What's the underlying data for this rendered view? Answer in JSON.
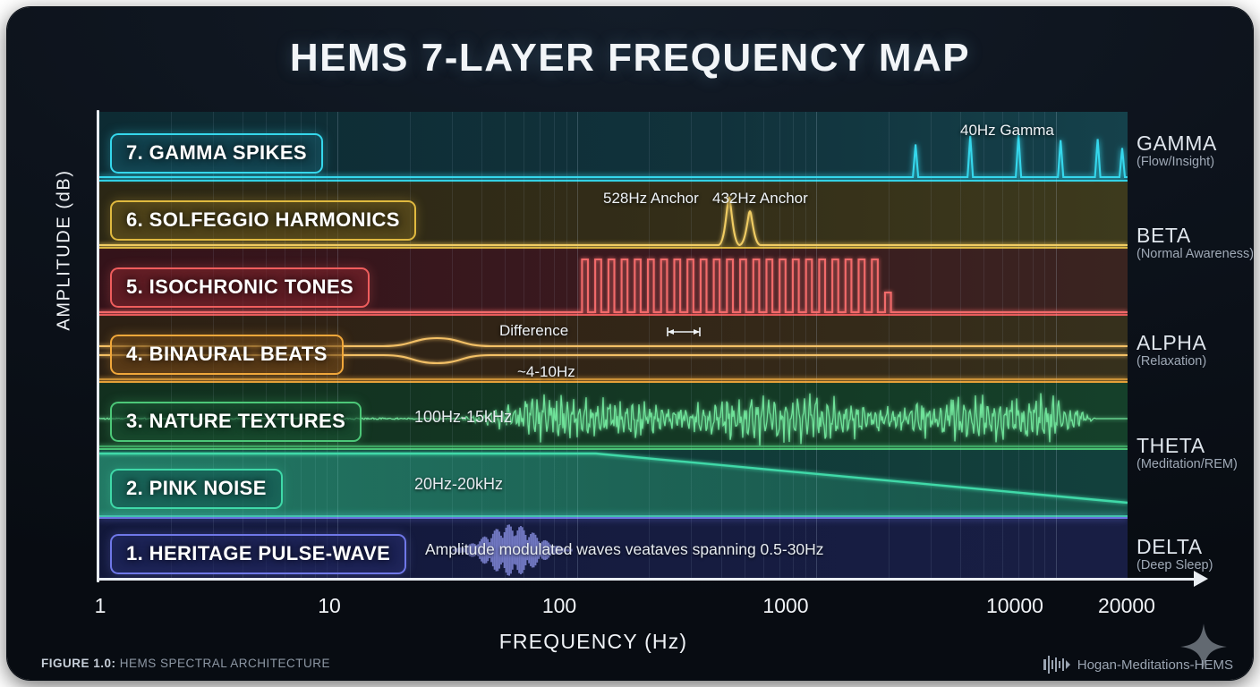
{
  "title": "HEMS 7-LAYER FREQUENCY MAP",
  "axes": {
    "ylabel": "AMPLITUDE (dB)",
    "xlabel": "FREQUENCY (Hz)",
    "xticks": [
      "1",
      "10",
      "100",
      "1000",
      "10000",
      "20000"
    ]
  },
  "layers": [
    {
      "id": "gamma-spikes",
      "label": "7. GAMMA SPIKES",
      "accent": "#35d7ec",
      "range": "",
      "anno": "40Hz Gamma"
    },
    {
      "id": "solfeggio-harmonics",
      "label": "6. SOLFEGGIO HARMONICS",
      "accent": "#e0b93f",
      "range": "",
      "anno1": "528Hz Anchor",
      "anno2": "432Hz Anchor"
    },
    {
      "id": "isochronic-tones",
      "label": "5. ISOCHRONIC TONES",
      "accent": "#ef5d5d",
      "range": "",
      "anno": ""
    },
    {
      "id": "binaural-beats",
      "label": "4. BINAURAL BEATS",
      "accent": "#f0a73a",
      "range": "",
      "anno1": "Difference",
      "anno2": "~4-10Hz"
    },
    {
      "id": "nature-textures",
      "label": "3. NATURE TEXTURES",
      "accent": "#4cc878",
      "range": "100Hz-15kHz",
      "anno": ""
    },
    {
      "id": "pink-noise",
      "label": "2. PINK NOISE",
      "accent": "#3fd9a8",
      "range": "20Hz-20kHz",
      "anno": ""
    },
    {
      "id": "heritage-pulse-wave",
      "label": "1. HERITAGE PULSE-WAVE",
      "accent": "#6f77e8",
      "range": "Amplitude modulated waves veataves spanning 0.5-30Hz",
      "anno": ""
    }
  ],
  "bands": [
    {
      "name": "GAMMA",
      "sub": "(Flow/Insight)"
    },
    {
      "name": "BETA",
      "sub": "(Normal Awareness)"
    },
    {
      "name": "ALPHA",
      "sub": "(Relaxation)"
    },
    {
      "name": "THETA",
      "sub": "(Meditation/REM)"
    },
    {
      "name": "DELTA",
      "sub": "(Deep Sleep)"
    }
  ],
  "footer": {
    "figure_label": "FIGURE 1.0:",
    "figure_text": " HEMS SPECTRAL ARCHITECTURE",
    "brand": "Hogan-Meditations-HEMS"
  },
  "chart_data": {
    "type": "line",
    "title": "HEMS 7-LAYER FREQUENCY MAP",
    "xlabel": "FREQUENCY (Hz)",
    "ylabel": "AMPLITUDE (dB)",
    "xscale": "log",
    "xlim": [
      1,
      20000
    ],
    "xticks": [
      1,
      10,
      100,
      1000,
      10000,
      20000
    ],
    "grid": true,
    "legend": "none",
    "series": [
      {
        "name": "7. GAMMA SPIKES",
        "color": "#35d7ec",
        "kind": "spikes",
        "annotation": "40Hz Gamma",
        "spike_freqs_hz": [
          2600,
          4400,
          7000,
          10500,
          15000,
          19000
        ],
        "spike_rel_heights": [
          0.62,
          0.78,
          0.8,
          0.7,
          0.72,
          0.55
        ]
      },
      {
        "name": "6. SOLFEGGIO HARMONICS",
        "color": "#e0b93f",
        "kind": "peaks",
        "annotations": [
          "528Hz Anchor",
          "432Hz Anchor"
        ],
        "peak_freqs_hz": [
          432,
          528
        ],
        "peak_rel_heights": [
          0.85,
          0.6
        ]
      },
      {
        "name": "5. ISOCHRONIC TONES",
        "color": "#ef5d5d",
        "kind": "square-pulse-train",
        "start_hz": 105,
        "end_hz": 2200,
        "pulse_count": 24,
        "duty": 0.45
      },
      {
        "name": "4. BINAURAL BEATS",
        "color": "#f0a73a",
        "kind": "dual-tone",
        "annotations": [
          "Difference",
          "~4-10Hz"
        ],
        "difference_hz": "4-10"
      },
      {
        "name": "3. NATURE TEXTURES",
        "color": "#4cc878",
        "kind": "noise-waveform",
        "range_label": "100Hz-15kHz",
        "start_hz": 30,
        "end_hz": 15000
      },
      {
        "name": "2. PINK NOISE",
        "color": "#3fd9a8",
        "kind": "sloped-fill",
        "range_label": "20Hz-20kHz",
        "start_hz": 20,
        "end_hz": 20000,
        "slope_db_per_octave": -3
      },
      {
        "name": "1. HERITAGE PULSE-WAVE",
        "color": "#6f77e8",
        "kind": "am-burst",
        "range_label": "Amplitude modulated waves veataves spanning 0.5-30Hz",
        "span_hz": [
          0.5,
          30
        ]
      }
    ]
  }
}
